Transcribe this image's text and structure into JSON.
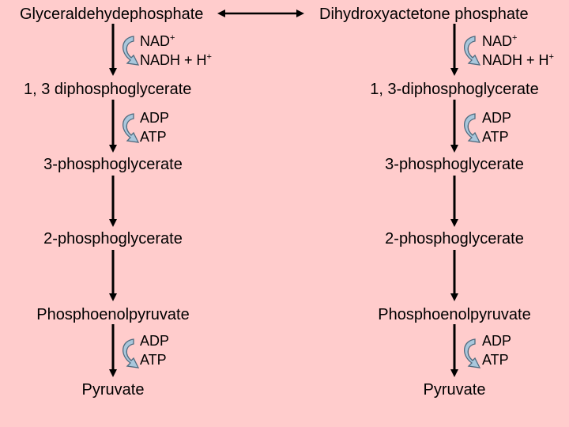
{
  "top": {
    "left": "Glyceraldehydephosphate",
    "right": "Dihydroxyactetone phosphate"
  },
  "left_pathway": {
    "steps": [
      "1, 3 diphosphoglycerate",
      "3-phosphoglycerate",
      "2-phosphoglycerate",
      "Phosphoenolpyruvate",
      "Pyruvate"
    ],
    "cofactors": [
      {
        "in": "NAD",
        "in_sup": "+",
        "out": "NADH + H",
        "out_sup": "+"
      },
      {
        "in": "ADP",
        "in_sup": "",
        "out": "ATP",
        "out_sup": ""
      },
      {
        "in": "ADP",
        "in_sup": "",
        "out": "ATP",
        "out_sup": ""
      }
    ]
  },
  "right_pathway": {
    "steps": [
      "1, 3-diphosphoglycerate",
      "3-phosphoglycerate",
      "2-phosphoglycerate",
      "Phosphoenolpyruvate",
      "Pyruvate"
    ],
    "cofactors": [
      {
        "in": "NAD",
        "in_sup": "+",
        "out": "NADH + H",
        "out_sup": "+"
      },
      {
        "in": "ADP",
        "in_sup": "",
        "out": "ATP",
        "out_sup": ""
      },
      {
        "in": "ADP",
        "in_sup": "",
        "out": "ATP",
        "out_sup": ""
      }
    ]
  },
  "colors": {
    "background": "#ffcccc",
    "arrow": "#000000",
    "curved_arrow_fill": "#a9c7dc",
    "curved_arrow_stroke": "#4f6b7f"
  }
}
